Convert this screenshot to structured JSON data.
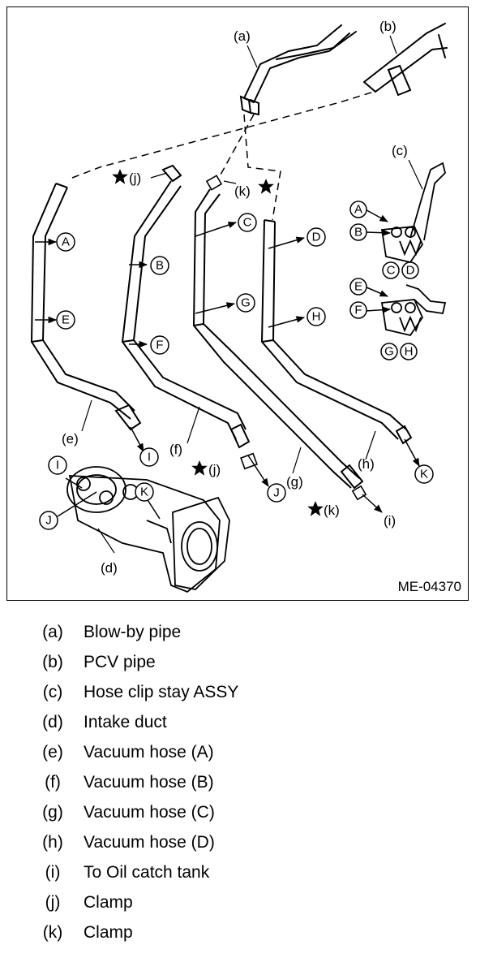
{
  "figure": {
    "code": "ME-04370",
    "part_labels": {
      "a": "(a)",
      "b": "(b)",
      "c": "(c)",
      "d": "(d)",
      "e": "(e)",
      "f": "(f)",
      "g": "(g)",
      "h": "(h)",
      "i": "(i)",
      "j1": "(j)",
      "j2": "(j)",
      "k1": "(k)",
      "k2": "(k)"
    },
    "markers": {
      "A1": "A",
      "E1": "E",
      "B1": "B",
      "F1": "F",
      "C1": "C",
      "G1": "G",
      "D1": "D",
      "H1": "H",
      "I1": "I",
      "J1": "J",
      "K1": "K",
      "I2": "I",
      "J2": "J",
      "K2": "K",
      "A2": "A",
      "B2": "B",
      "C2": "C",
      "D2": "D",
      "E2": "E",
      "F2": "F",
      "G2": "G",
      "H2": "H"
    }
  },
  "legend": [
    {
      "key": "(a)",
      "text": "Blow-by pipe"
    },
    {
      "key": "(b)",
      "text": "PCV pipe"
    },
    {
      "key": "(c)",
      "text": "Hose clip stay ASSY"
    },
    {
      "key": "(d)",
      "text": "Intake duct"
    },
    {
      "key": "(e)",
      "text": "Vacuum hose (A)"
    },
    {
      "key": "(f)",
      "text": "Vacuum hose (B)"
    },
    {
      "key": "(g)",
      "text": "Vacuum hose (C)"
    },
    {
      "key": "(h)",
      "text": "Vacuum hose (D)"
    },
    {
      "key": "(i)",
      "text": "To Oil catch tank"
    },
    {
      "key": "(j)",
      "text": "Clamp"
    },
    {
      "key": "(k)",
      "text": "Clamp"
    }
  ]
}
